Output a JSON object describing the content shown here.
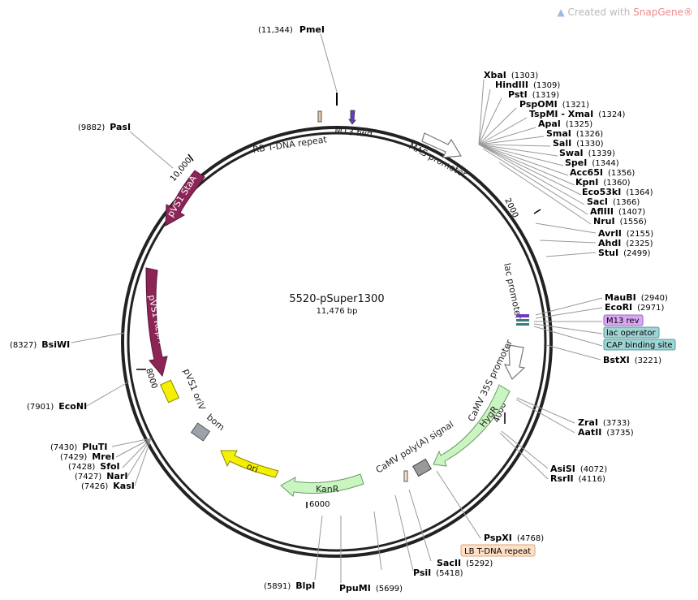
{
  "watermark": {
    "text": "Created with",
    "brand": "SnapGene®"
  },
  "plasmid": {
    "name": "5520-pSuper1300",
    "length": "11,476 bp"
  },
  "ticks": [
    "2000",
    "4000",
    "6000",
    "8000",
    "10,000"
  ],
  "sites": [
    {
      "name": "PmeI",
      "pos": "(11,344)"
    },
    {
      "name": "XbaI",
      "pos": "(1303)"
    },
    {
      "name": "HindIII",
      "pos": "(1309)"
    },
    {
      "name": "PstI",
      "pos": "(1319)"
    },
    {
      "name": "PspOMI",
      "pos": "(1321)"
    },
    {
      "name": "TspMI - XmaI",
      "pos": "(1324)"
    },
    {
      "name": "ApaI",
      "pos": "(1325)"
    },
    {
      "name": "SmaI",
      "pos": "(1326)"
    },
    {
      "name": "SalI",
      "pos": "(1330)"
    },
    {
      "name": "SwaI",
      "pos": "(1339)"
    },
    {
      "name": "SpeI",
      "pos": "(1344)"
    },
    {
      "name": "Acc65I",
      "pos": "(1356)"
    },
    {
      "name": "KpnI",
      "pos": "(1360)"
    },
    {
      "name": "Eco53kI",
      "pos": "(1364)"
    },
    {
      "name": "SacI",
      "pos": "(1366)"
    },
    {
      "name": "AflIII",
      "pos": "(1407)"
    },
    {
      "name": "NruI",
      "pos": "(1556)"
    },
    {
      "name": "AvrII",
      "pos": "(2155)"
    },
    {
      "name": "AhdI",
      "pos": "(2325)"
    },
    {
      "name": "StuI",
      "pos": "(2499)"
    },
    {
      "name": "MauBI",
      "pos": "(2940)"
    },
    {
      "name": "EcoRI",
      "pos": "(2971)"
    },
    {
      "name": "BstXI",
      "pos": "(3221)"
    },
    {
      "name": "ZraI",
      "pos": "(3733)"
    },
    {
      "name": "AatII",
      "pos": "(3735)"
    },
    {
      "name": "AsiSI",
      "pos": "(4072)"
    },
    {
      "name": "RsrII",
      "pos": "(4116)"
    },
    {
      "name": "PspXI",
      "pos": "(4768)"
    },
    {
      "name": "SacII",
      "pos": "(5292)"
    },
    {
      "name": "PsiI",
      "pos": "(5418)"
    },
    {
      "name": "PpuMI",
      "pos": "(5699)"
    },
    {
      "name": "BlpI",
      "pos": "(5891)"
    },
    {
      "name": "KasI",
      "pos": "(7426)"
    },
    {
      "name": "NarI",
      "pos": "(7427)"
    },
    {
      "name": "SfoI",
      "pos": "(7428)"
    },
    {
      "name": "MreI",
      "pos": "(7429)"
    },
    {
      "name": "PluTI",
      "pos": "(7430)"
    },
    {
      "name": "EcoNI",
      "pos": "(7901)"
    },
    {
      "name": "BsiWI",
      "pos": "(8327)"
    },
    {
      "name": "PasI",
      "pos": "(9882)"
    }
  ],
  "features": [
    {
      "name": "RB T-DNA repeat",
      "color": "#e8c9a8"
    },
    {
      "name": "M13 fwd",
      "color": "#6a3cc0"
    },
    {
      "name": "MAS promoter",
      "color": "#ffffff"
    },
    {
      "name": "lac promoter",
      "color": "#ffffff"
    },
    {
      "name": "CaMV 35S promoter",
      "color": "#ffffff"
    },
    {
      "name": "HygR",
      "color": "#c9f5c1"
    },
    {
      "name": "CaMV poly(A) signal",
      "color": "#999999"
    },
    {
      "name": "KanR",
      "color": "#c9f5c1"
    },
    {
      "name": "ori",
      "color": "#f5f000"
    },
    {
      "name": "bom",
      "color": "#9aa3ab"
    },
    {
      "name": "pVS1 oriV",
      "color": "#f5f000"
    },
    {
      "name": "pVS1 RepA",
      "color": "#8c2556"
    },
    {
      "name": "pVS1 StaA",
      "color": "#8c2556"
    }
  ],
  "tags": [
    {
      "name": "M13 rev",
      "color": "#d9a6f5"
    },
    {
      "name": "lac operator",
      "color": "#9fd4d4"
    },
    {
      "name": "CAP binding site",
      "color": "#9fd4d4"
    },
    {
      "name": "LB T-DNA repeat",
      "color": "#fde0c6"
    }
  ]
}
